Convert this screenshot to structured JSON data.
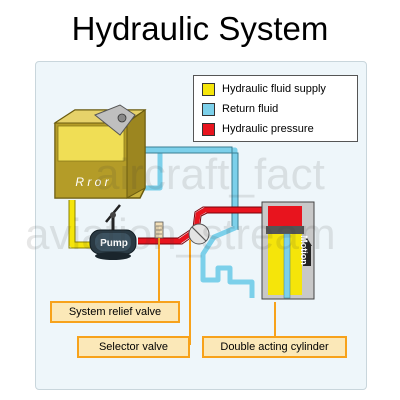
{
  "title": "Hydraulic System",
  "legend": [
    {
      "label": "Hydraulic fluid supply",
      "color": "#f5e50a"
    },
    {
      "label": "Return fluid",
      "color": "#7cd0ea"
    },
    {
      "label": "Hydraulic pressure",
      "color": "#e8141e"
    }
  ],
  "components": {
    "reservoir_label": "R r o r",
    "pump_label": "Pump",
    "motion_label": "Motion"
  },
  "callouts": {
    "relief_valve": "System relief valve",
    "selector_valve": "Selector valve",
    "cylinder": "Double acting cylinder"
  },
  "watermark": {
    "line1": "aircraft_fact",
    "line2": "aviation_stream"
  },
  "colors": {
    "supply": "#f5e50a",
    "return": "#7cd0ea",
    "pressure": "#e8141e",
    "callout_border": "#f7a21b",
    "callout_fill": "#fbe8b8"
  }
}
